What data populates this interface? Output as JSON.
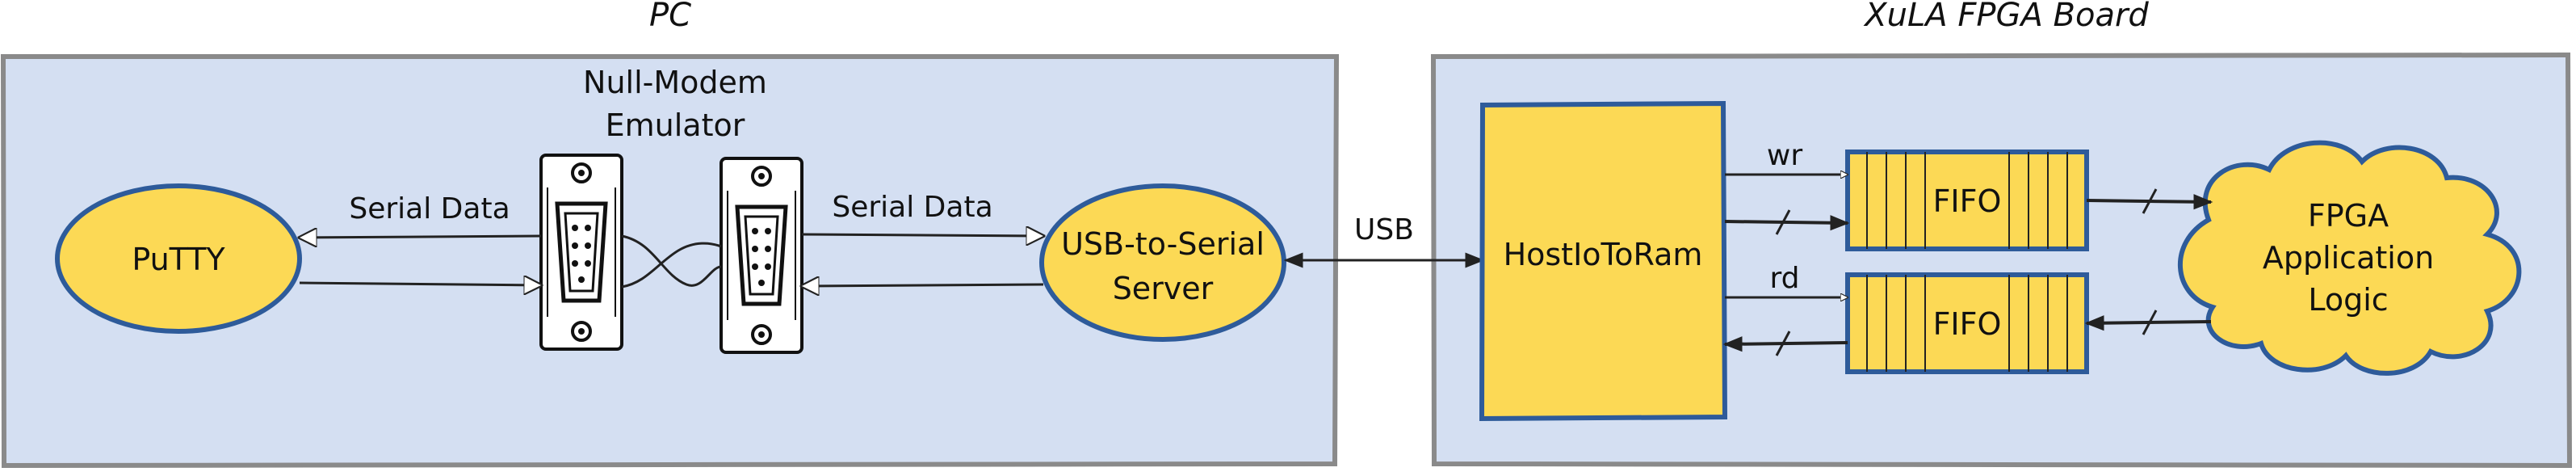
{
  "regions": {
    "pc": {
      "title": "PC"
    },
    "board": {
      "title": "XuLA FPGA Board"
    }
  },
  "nodes": {
    "putty": "PuTTY",
    "null_modem": {
      "line1": "Null-Modem",
      "line2": "Emulator"
    },
    "usb_server": {
      "line1": "USB-to-Serial",
      "line2": "Server"
    },
    "host_io": "HostIoToRam",
    "fifo_wr": "FIFO",
    "fifo_rd": "FIFO",
    "fpga_logic": {
      "line1": "FPGA",
      "line2": "Application",
      "line3": "Logic"
    }
  },
  "edges": {
    "serial_left": "Serial Data",
    "serial_right": "Serial Data",
    "usb": "USB",
    "wr": "wr",
    "rd": "rd"
  },
  "icons": [
    "db9-connector-icon",
    "db9-connector-icon"
  ],
  "colors": {
    "region_fill": "#d4dff2",
    "region_border": "#8a8a8a",
    "node_fill": "#fcd955",
    "node_border": "#2e5b9a",
    "line": "#222222"
  }
}
